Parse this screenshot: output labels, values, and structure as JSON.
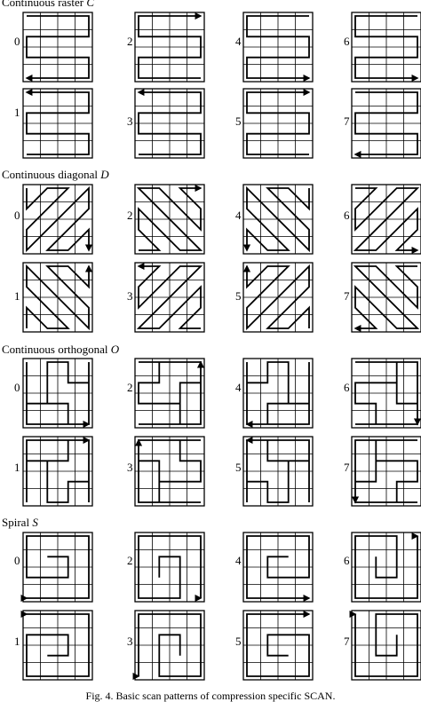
{
  "figure": {
    "caption": "Fig. 4. Basic scan patterns of compression specific SCAN.",
    "sections": [
      {
        "id": "C",
        "name": "Continuous raster ",
        "letter": "C",
        "pattern_numbers": [
          "0",
          "1",
          "2",
          "3",
          "4",
          "5",
          "6",
          "7"
        ]
      },
      {
        "id": "D",
        "name": "Continuous diagonal ",
        "letter": "D",
        "pattern_numbers": [
          "0",
          "1",
          "2",
          "3",
          "4",
          "5",
          "6",
          "7"
        ]
      },
      {
        "id": "O",
        "name": "Continuous orthogonal ",
        "letter": "O",
        "pattern_numbers": [
          "0",
          "1",
          "2",
          "3",
          "4",
          "5",
          "6",
          "7"
        ]
      },
      {
        "id": "S",
        "name": "Spiral ",
        "letter": "S",
        "pattern_numbers": [
          "0",
          "1",
          "2",
          "3",
          "4",
          "5",
          "6",
          "7"
        ]
      }
    ],
    "grid_size": 4,
    "stroke_color": "#000000",
    "background_color": "#ffffff"
  }
}
